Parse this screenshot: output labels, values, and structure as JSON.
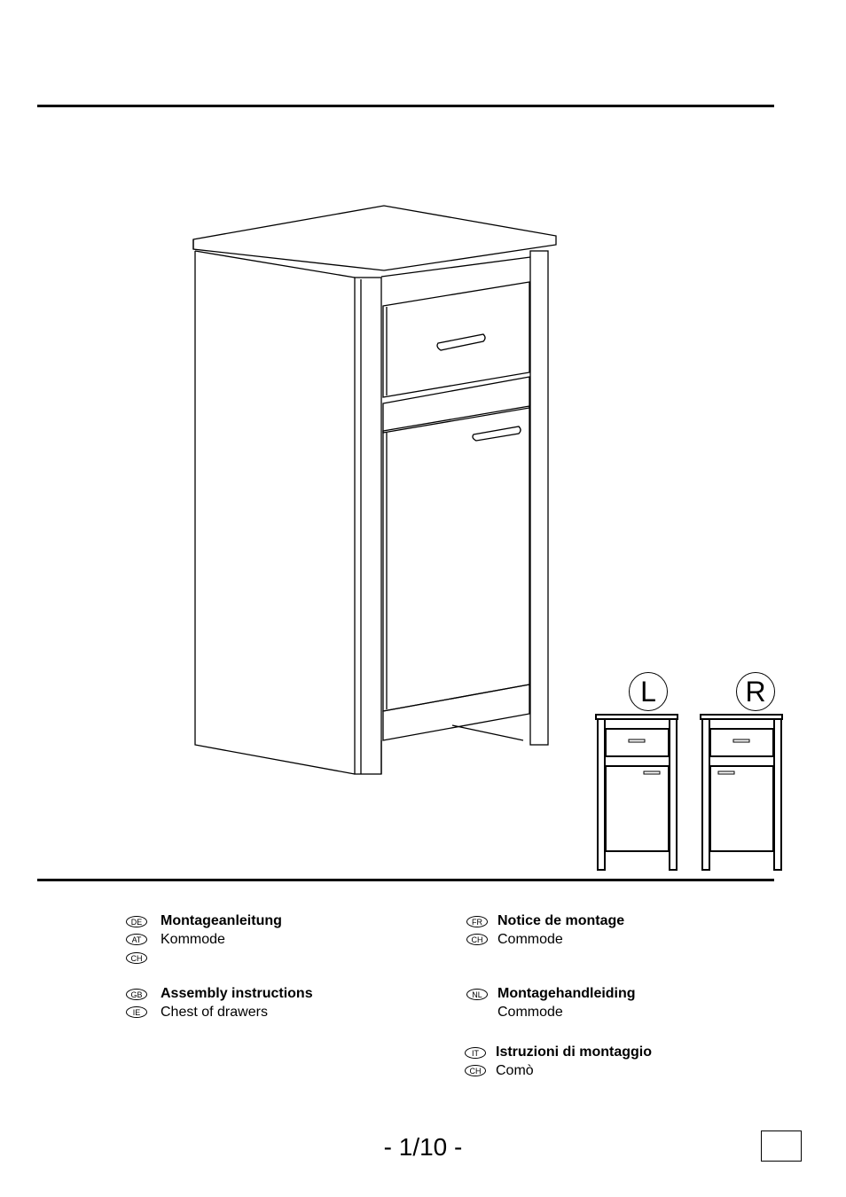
{
  "variants": [
    "L",
    "R"
  ],
  "left_column": [
    {
      "lines": [
        {
          "badge": "DE",
          "text": "Montageanleitung",
          "bold": true
        },
        {
          "badge": "AT",
          "text": "Kommode",
          "bold": false
        },
        {
          "badge": "CH",
          "text": "",
          "bold": false
        }
      ]
    },
    {
      "lines": [
        {
          "badge": "GB",
          "text": "Assembly instructions",
          "bold": true
        },
        {
          "badge": "IE",
          "text": "Chest of drawers",
          "bold": false
        }
      ]
    }
  ],
  "right_column": [
    {
      "lines": [
        {
          "badge": "FR",
          "text": "Notice de montage",
          "bold": true
        },
        {
          "badge": "CH",
          "text": "Commode",
          "bold": false
        }
      ]
    },
    {
      "lines": [
        {
          "badge": "NL",
          "text": "Montagehandleiding",
          "bold": true
        },
        {
          "badge": "",
          "text": "Commode",
          "bold": false
        }
      ]
    },
    {
      "lines": [
        {
          "badge": "IT",
          "text": "Istruzioni di montaggio",
          "bold": true
        },
        {
          "badge": "CH",
          "text": "Comò",
          "bold": false
        }
      ]
    }
  ],
  "page_number": "- 1/10 -"
}
